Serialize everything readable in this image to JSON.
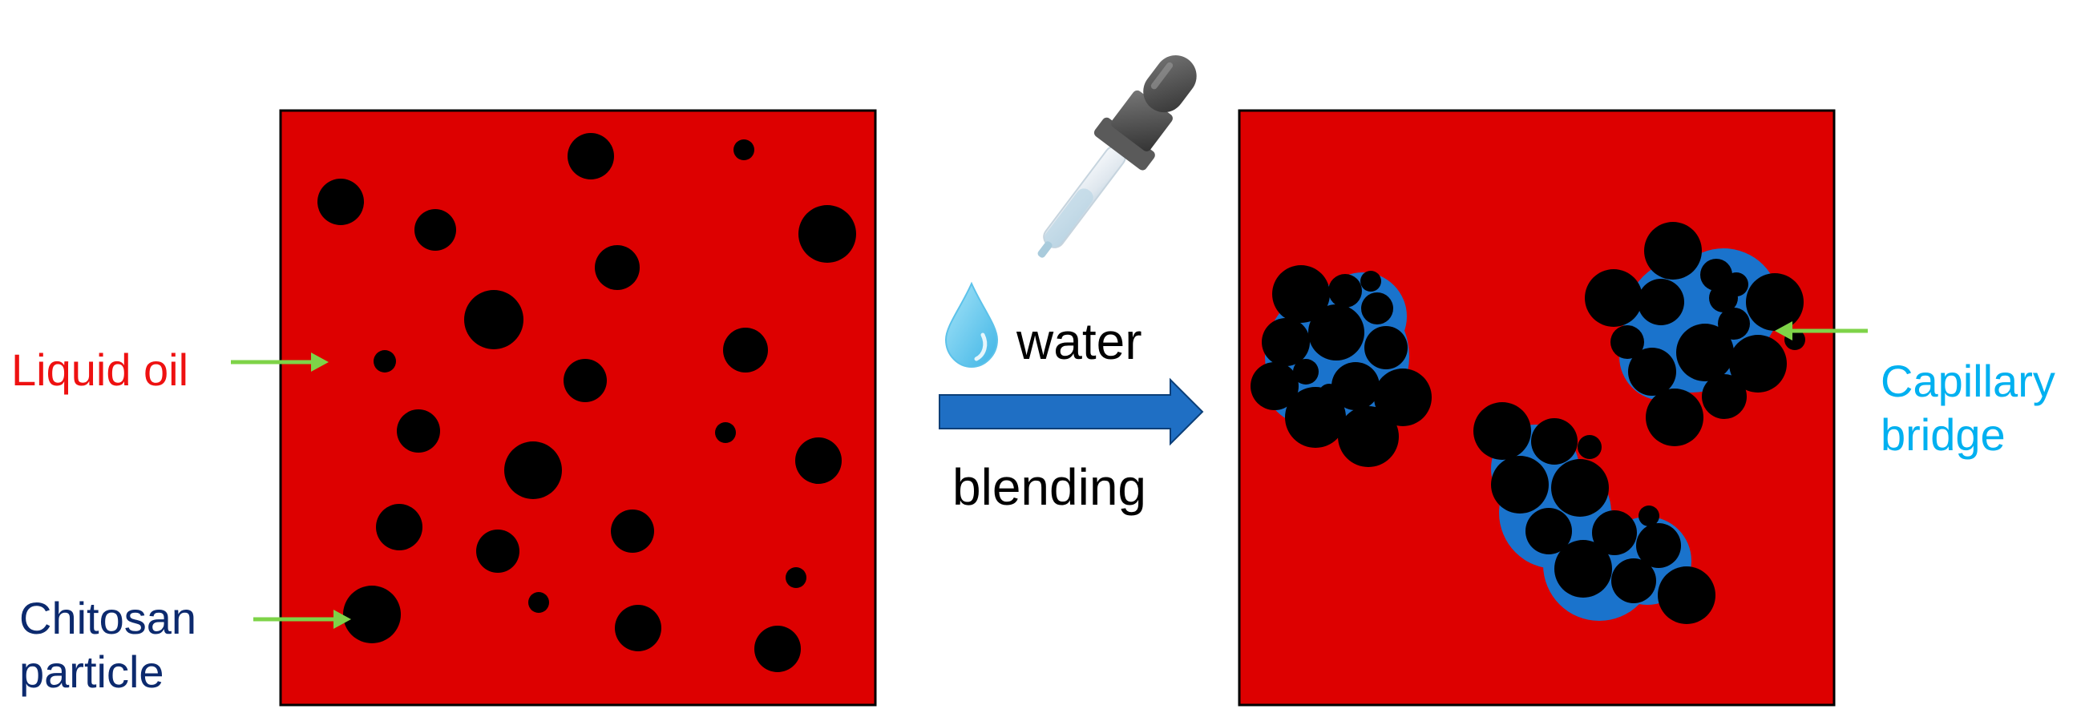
{
  "labels": {
    "liquid_oil": "Liquid oil",
    "chitosan_particle": [
      "Chitosan",
      "particle"
    ],
    "capillary_bridge": [
      "Capillary",
      "bridge"
    ],
    "water": "water",
    "blending": "blending"
  },
  "colors": {
    "oil": "#dd0000",
    "particle": "#000000",
    "bridge": "#1a73cc",
    "pointer_arrow": "#7ed348",
    "process_arrow": "#1f6fc4",
    "label_oil": "#ee1111",
    "label_chitosan": "#0c2a6e",
    "label_capillary": "#00b0f0",
    "label_process": "#000000",
    "water_drop": "#6fcdf0",
    "dropper_bulb": "#4a4a4a"
  },
  "icons": {
    "dropper": "pipette-dropper-icon",
    "drop": "water-drop-icon"
  }
}
